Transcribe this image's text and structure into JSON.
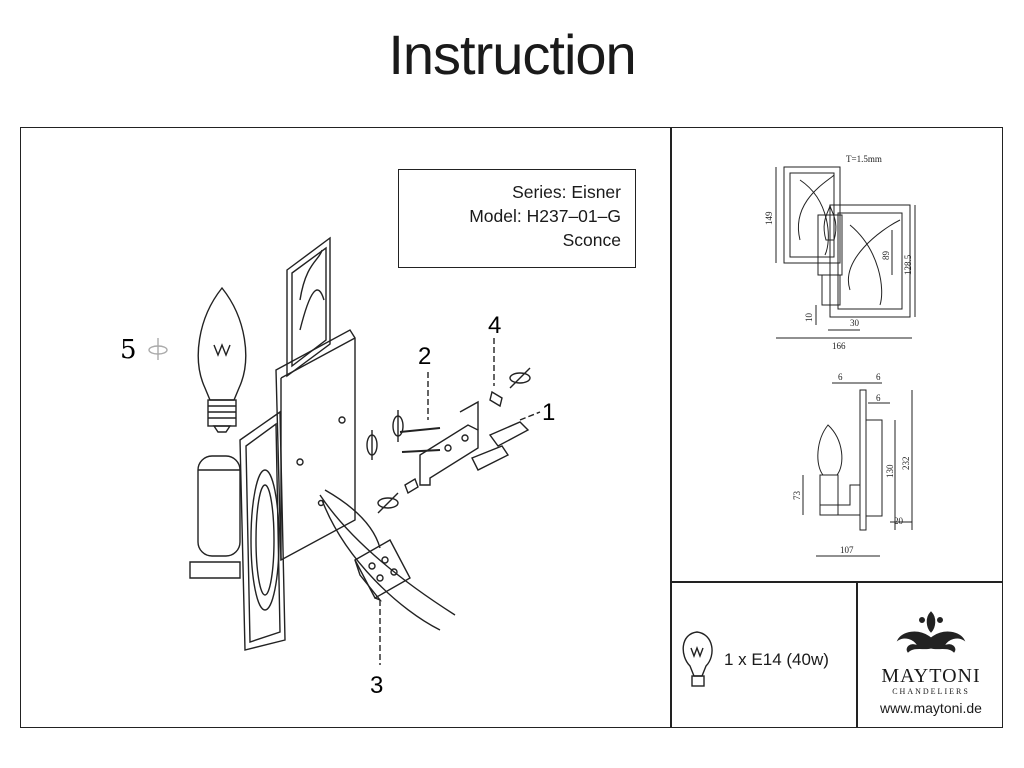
{
  "page": {
    "title": "Instruction"
  },
  "product": {
    "series": "Series: Eisner",
    "model": "Model: H237–01–G",
    "type": "Sconce"
  },
  "steps": [
    "1",
    "2",
    "3",
    "4",
    "5"
  ],
  "drawings": {
    "front": {
      "dims": [
        "T=1.5mm",
        "149",
        "89",
        "128.5",
        "10",
        "30",
        "166"
      ]
    },
    "side": {
      "dims": [
        "6",
        "6",
        "6",
        "130",
        "232",
        "73",
        "20",
        "107"
      ]
    }
  },
  "bulb": {
    "spec": "1 x E14 (40w)"
  },
  "brand": {
    "name": "MAYTONI",
    "sub": "CHANDELIERS",
    "website": "www.maytoni.de"
  }
}
